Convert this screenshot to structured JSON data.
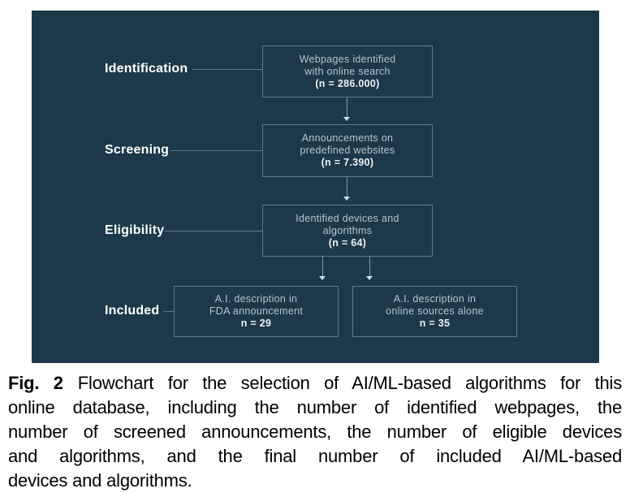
{
  "figure": {
    "stages": [
      {
        "label": "Identification"
      },
      {
        "label": "Screening"
      },
      {
        "label": "Eligibility"
      },
      {
        "label": "Included"
      }
    ],
    "boxes": [
      {
        "line1": "Webpages identified",
        "line2": "with online search",
        "count": "(n = 286.000)"
      },
      {
        "line1": "Announcements on",
        "line2": "predefined websites",
        "count": "(n = 7.390)"
      },
      {
        "line1": "Identified devices and",
        "line2": "algorithms",
        "count": "(n = 64)"
      },
      {
        "line1": "A.I. description in",
        "line2": "FDA announcement",
        "count": "n = 29"
      },
      {
        "line1": "A.I. description in",
        "line2": "online sources alone",
        "count": "n = 35"
      }
    ],
    "colors": {
      "panel_background": "#1d3949",
      "box_border": "#5d7a88",
      "box_text": "#b7c5cc",
      "count_text": "#edf2f4",
      "stage_label_text": "#ffffff",
      "connector_line": "#5d7a88",
      "arrow_line": "#7e9aa5",
      "arrowhead": "#cfe2e6"
    }
  },
  "caption": {
    "fig_label": "Fig. 2",
    "line1": "Flowchart for the selection of AI/ML-based algorithms for this",
    "line2": "online database, including the number of identified webpages, the",
    "line3": "number of screened announcements, the number of eligible devices",
    "line4": "and algorithms, and the final number of included AI/ML-based",
    "line5": "devices and algorithms."
  }
}
